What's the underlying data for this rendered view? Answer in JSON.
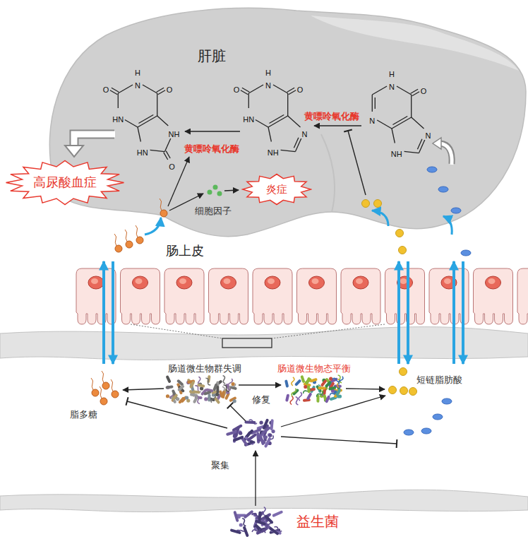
{
  "diagram": {
    "nodes": [
      {
        "text": [
          "肝脏"
        ]
      },
      {
        "text": [
          "高尿酸血症"
        ]
      },
      {
        "text": [
          "炎症"
        ],
        "in": 0
      }
    ],
    "labels": [
      "H",
      "N",
      "O",
      "O",
      "HN",
      "NH",
      "HN",
      "O",
      "黄嘌呤氧化酶",
      "H",
      "N",
      "O",
      "O",
      "HN",
      "N",
      "NH",
      "黄嘌呤氧化酶",
      "H",
      "N",
      "N",
      "O",
      "N",
      "NH",
      "细胞因子",
      "肠上皮",
      "肠道微生物群失调",
      "肠道微生物态平衡",
      "短链脂肪酸",
      "修复",
      "脂多糖",
      "聚集",
      "益生菌"
    ]
  }
}
